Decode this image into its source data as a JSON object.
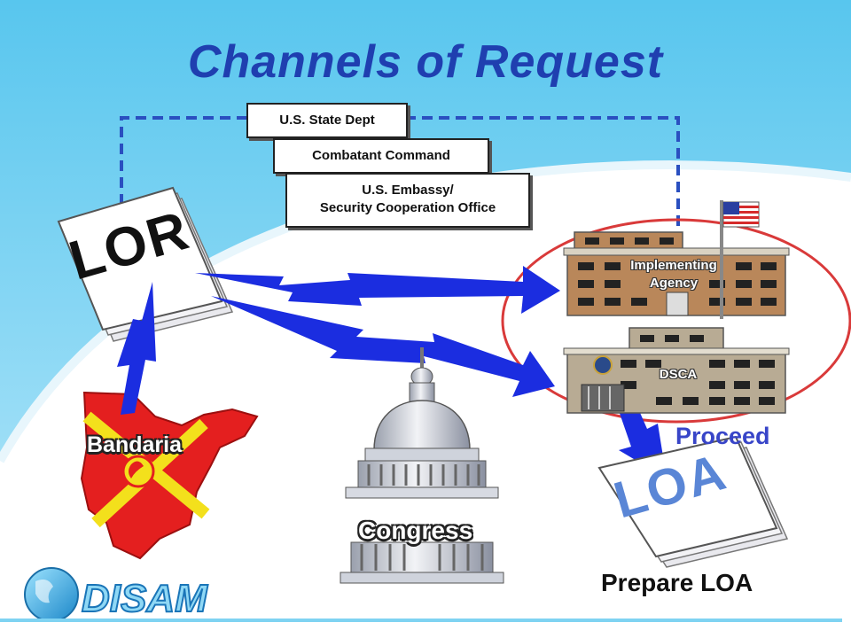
{
  "slide": {
    "title": "Channels of Request",
    "boxes": {
      "state_dept": "U.S. State Dept",
      "combatant_command": "Combatant Command",
      "embassy_line1": "U.S. Embassy/",
      "embassy_line2": "Security Cooperation Office"
    },
    "lor_text": "LOR",
    "loa_text": "LOA",
    "implementing_line1": "Implementing",
    "implementing_line2": "Agency",
    "dsca": "DSCA",
    "bandaria": "Bandaria",
    "congress": "Congress",
    "proceed": "Proceed",
    "prepare_loa": "Prepare LOA",
    "logo_text": "DISAM"
  },
  "colors": {
    "title": "#1f3fb0",
    "arrow": "#1b2de0",
    "dashed_line": "#2a4fc0",
    "sky": "#7fd3f2",
    "ellipse": "#d93a3a",
    "brick": "#b9875a",
    "stone": "#b8ab94",
    "map_red": "#e41f1f",
    "map_yellow": "#f3e01c"
  }
}
